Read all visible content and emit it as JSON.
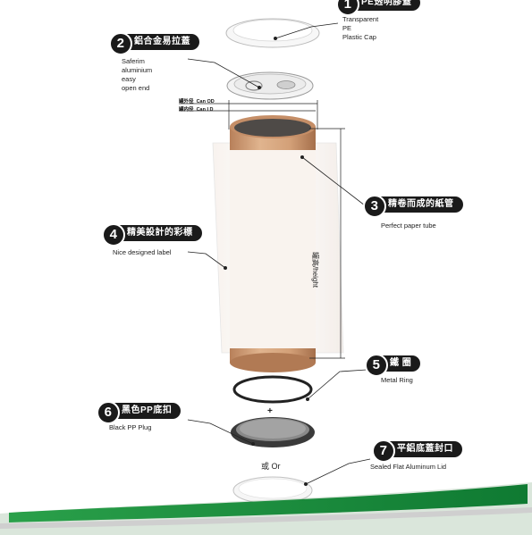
{
  "parts": [
    {
      "num": "1",
      "zh": "PE透明膠蓋",
      "en": "Transparent PE\nPlastic Cap"
    },
    {
      "num": "2",
      "zh": "鋁合金易拉蓋",
      "en": "Saferim aluminium\neasy open end"
    },
    {
      "num": "3",
      "zh": "精卷而成的紙管",
      "en": "Perfect paper tube"
    },
    {
      "num": "4",
      "zh": "精美設計的彩標",
      "en": "Nice designed label"
    },
    {
      "num": "5",
      "zh": "鐵 圈",
      "en": "Metal Ring"
    },
    {
      "num": "6",
      "zh": "黑色PP底扣",
      "en": "Black PP Plug"
    },
    {
      "num": "7",
      "zh": "平鋁底蓋封口",
      "en": "Sealed Flat Aluminum Lid"
    }
  ],
  "dimensions": {
    "outer_zh": "罐外径",
    "outer_en": "Can OD",
    "inner_zh": "罐内径",
    "inner_en": "Can I D",
    "height": "罐高/height"
  },
  "separators": {
    "plus": "+",
    "or": "或 Or"
  },
  "colors": {
    "tube": "#c9926a",
    "pill": "#1a1a1a",
    "green": "#1a8a3a"
  }
}
